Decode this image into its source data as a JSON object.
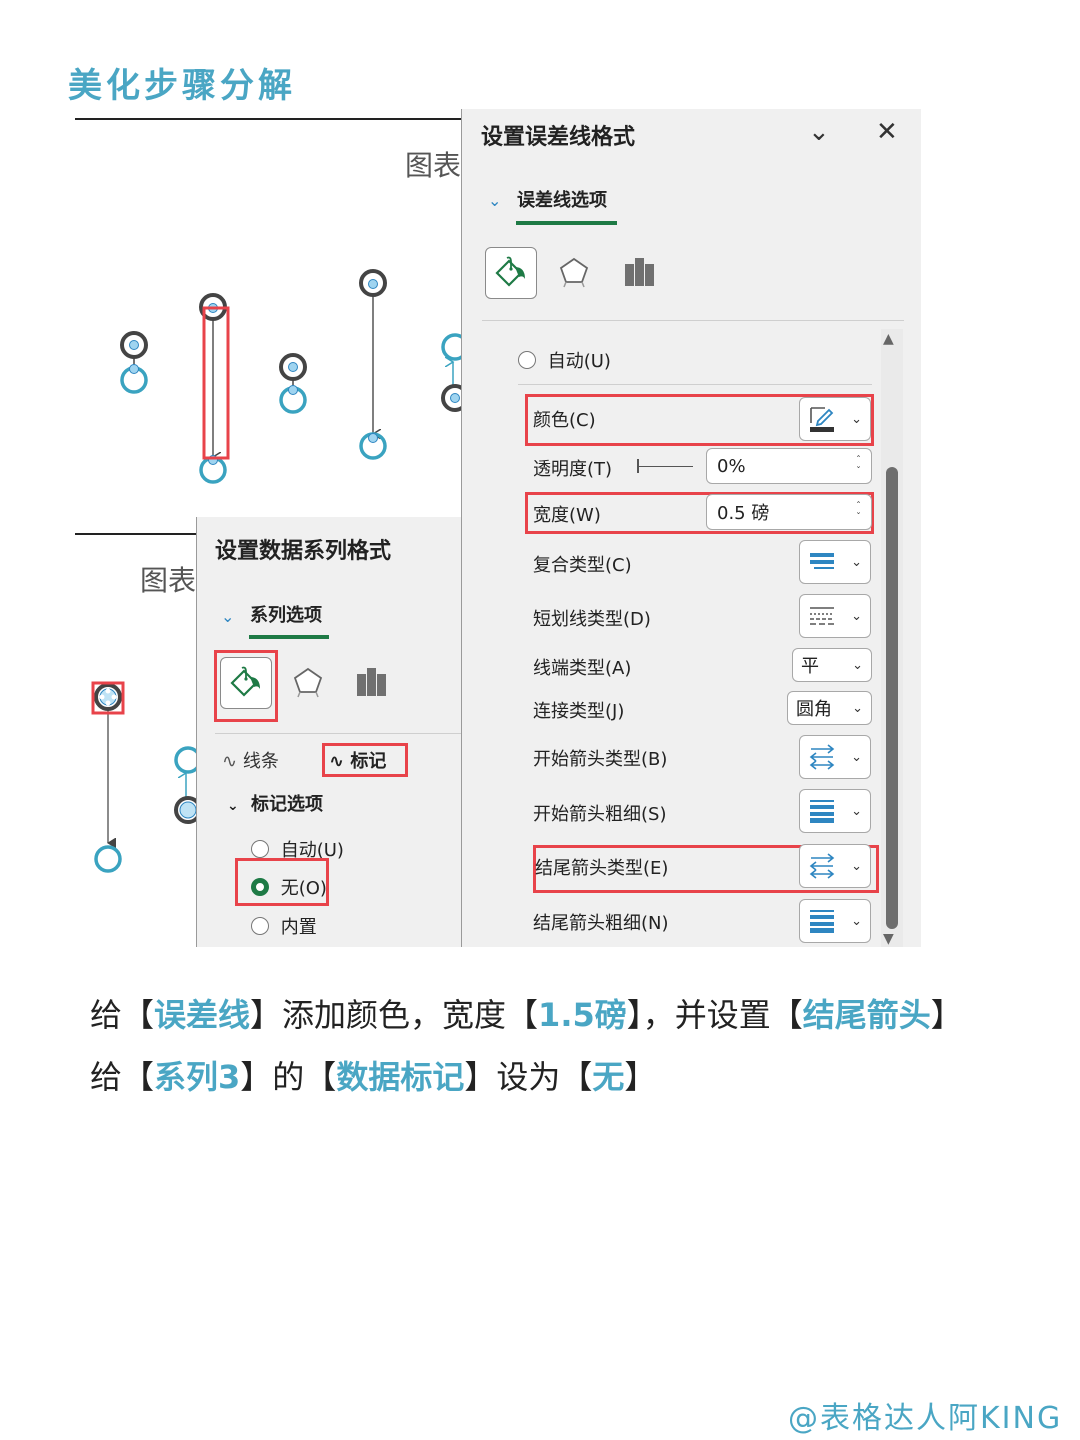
{
  "page": {
    "title": "美化步骤分解",
    "watermark": "@表格达人阿KING"
  },
  "chart_top": {
    "label": "图表"
  },
  "chart_bottom": {
    "label": "图表"
  },
  "error_bar_pane": {
    "title": "设置误差线格式",
    "collapse_icon": "chevron-down-icon",
    "close_icon": "close-icon",
    "section_title": "误差线选项",
    "tabs": [
      "fill-line",
      "effects",
      "options"
    ],
    "auto_label": "自动(U)",
    "rows": {
      "color": {
        "label": "颜色(C)"
      },
      "transparency": {
        "label": "透明度(T)",
        "value": "0%"
      },
      "width": {
        "label": "宽度(W)",
        "value": "0.5 磅"
      },
      "compound": {
        "label": "复合类型(C)"
      },
      "dash": {
        "label": "短划线类型(D)"
      },
      "cap": {
        "label": "线端类型(A)",
        "value": "平"
      },
      "join": {
        "label": "连接类型(J)",
        "value": "圆角"
      },
      "begin_arrow_type": {
        "label": "开始箭头类型(B)"
      },
      "begin_arrow_size": {
        "label": "开始箭头粗细(S)"
      },
      "end_arrow_type": {
        "label": "结尾箭头类型(E)"
      },
      "end_arrow_size": {
        "label": "结尾箭头粗细(N)"
      }
    }
  },
  "series_pane": {
    "title": "设置数据系列格式",
    "section_title": "系列选项",
    "subtab_line": "线条",
    "subtab_marker": "标记",
    "marker_options_title": "标记选项",
    "radio_auto": "自动(U)",
    "radio_none": "无(O)",
    "radio_builtin": "内置"
  },
  "caption": {
    "line1": {
      "p1": "给【",
      "h1": "误差线",
      "p2": "】添加颜色，宽度【",
      "h2": "1.5磅",
      "p3": "】，并设置【",
      "h3": "结尾箭头",
      "p4": "】"
    },
    "line2": {
      "p1": "给【",
      "h1": "系列3",
      "p2": "】的【",
      "h2": "数据标记",
      "p3": "】设为【",
      "h3": "无",
      "p4": "】"
    }
  },
  "colors": {
    "accent": "#4aa6c4",
    "excel_green": "#1e7a45",
    "highlight_red": "#e8434a",
    "icon_blue": "#2e86c1"
  }
}
